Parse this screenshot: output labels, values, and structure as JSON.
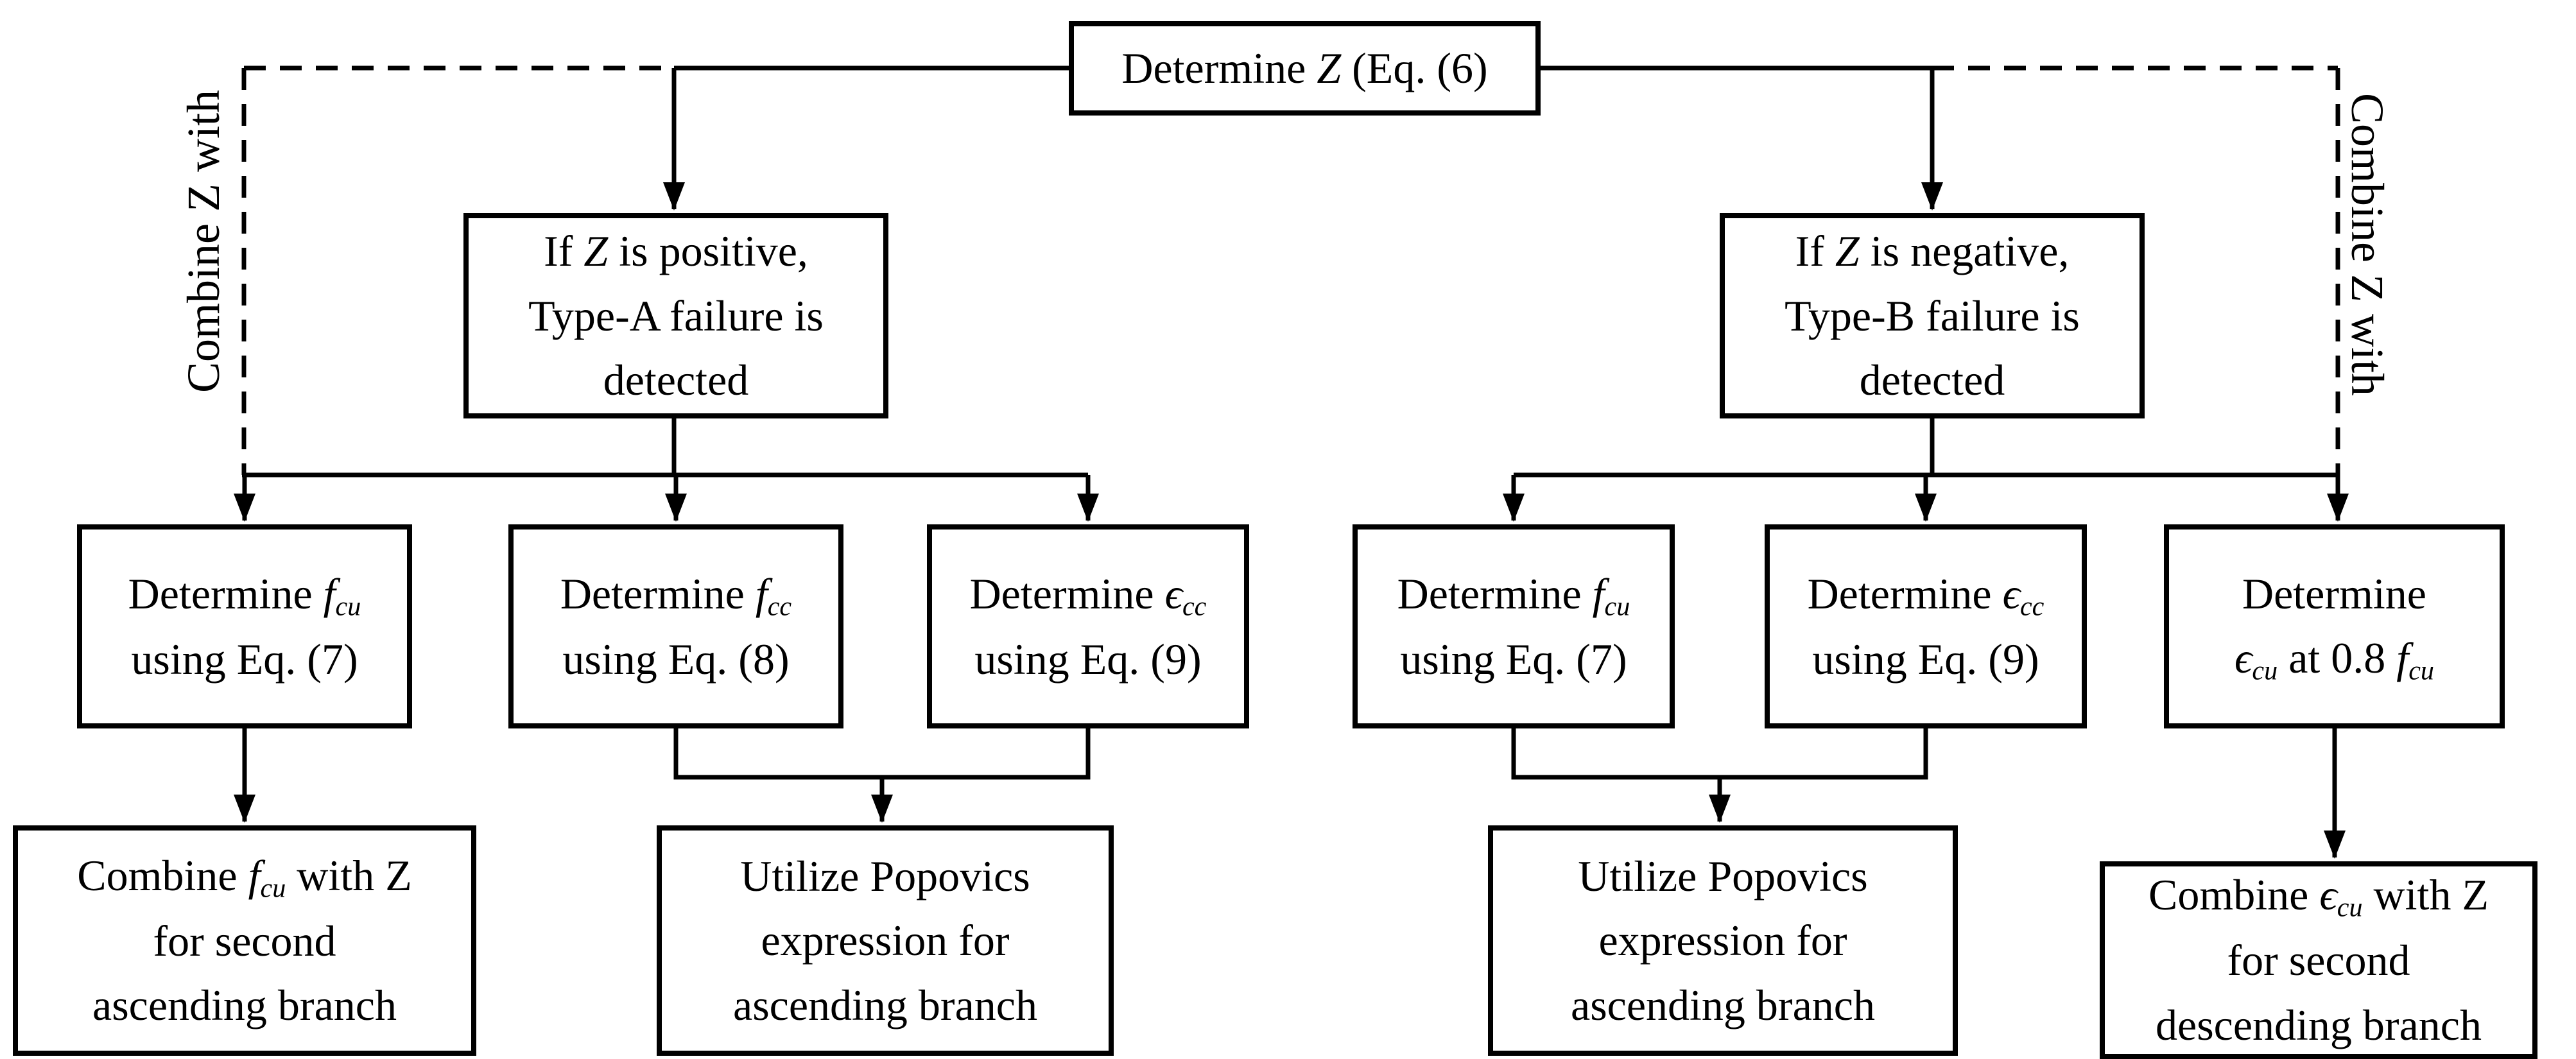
{
  "flowchart": {
    "colors": {
      "line": "#000000",
      "box_border": "#000000",
      "box_bg": "#ffffff",
      "text": "#000000",
      "page_bg": "#ffffff"
    },
    "side_labels": {
      "left": "Combine Z with",
      "right": "Combine Z with"
    },
    "nodes": {
      "determine_z": {
        "rich": [
          {
            "t": "Determine "
          },
          {
            "t": "Z",
            "i": true
          },
          {
            "t": " (Eq. (6)"
          }
        ]
      },
      "type_a": {
        "rich": [
          {
            "t": "If "
          },
          {
            "t": "Z",
            "i": true
          },
          {
            "t": " is positive,"
          },
          {
            "br": true
          },
          {
            "t": "Type-A failure is"
          },
          {
            "br": true
          },
          {
            "t": "detected"
          }
        ]
      },
      "type_b": {
        "rich": [
          {
            "t": "If "
          },
          {
            "t": "Z",
            "i": true
          },
          {
            "t": " is negative,"
          },
          {
            "br": true
          },
          {
            "t": "Type-B failure is"
          },
          {
            "br": true
          },
          {
            "t": "detected"
          }
        ]
      },
      "a_fcu": {
        "rich": [
          {
            "t": "Determine "
          },
          {
            "t": "f",
            "i": true
          },
          {
            "t": "cu",
            "sub": true
          },
          {
            "br": true
          },
          {
            "t": "using Eq. (7)"
          }
        ]
      },
      "a_fcc": {
        "rich": [
          {
            "t": "Determine "
          },
          {
            "t": "f",
            "i": true
          },
          {
            "t": "cc",
            "sub": true
          },
          {
            "br": true
          },
          {
            "t": "using Eq. (8)"
          }
        ]
      },
      "a_ecc": {
        "rich": [
          {
            "t": "Determine "
          },
          {
            "t": "ϵ",
            "i": true
          },
          {
            "t": "cc",
            "sub": true
          },
          {
            "br": true
          },
          {
            "t": "using Eq. (9)"
          }
        ]
      },
      "b_fcu": {
        "rich": [
          {
            "t": "Determine "
          },
          {
            "t": "f",
            "i": true
          },
          {
            "t": "cu",
            "sub": true
          },
          {
            "br": true
          },
          {
            "t": "using Eq. (7)"
          }
        ]
      },
      "b_ecc": {
        "rich": [
          {
            "t": "Determine "
          },
          {
            "t": "ϵ",
            "i": true
          },
          {
            "t": "cc",
            "sub": true
          },
          {
            "br": true
          },
          {
            "t": "using Eq. (9)"
          }
        ]
      },
      "b_ecu": {
        "rich": [
          {
            "t": "Determine"
          },
          {
            "br": true
          },
          {
            "t": "ϵ",
            "i": true
          },
          {
            "t": "cu",
            "sub": true
          },
          {
            "t": " at 0.8 "
          },
          {
            "t": "f",
            "i": true
          },
          {
            "t": "cu",
            "sub": true
          }
        ]
      },
      "combine_fcu": {
        "rich": [
          {
            "t": "Combine "
          },
          {
            "t": "f",
            "i": true
          },
          {
            "t": "cu",
            "sub": true
          },
          {
            "t": " with Z"
          },
          {
            "br": true
          },
          {
            "t": "for second"
          },
          {
            "br": true
          },
          {
            "t": "ascending branch"
          }
        ]
      },
      "popovics_left": {
        "rich": [
          {
            "t": "Utilize Popovics"
          },
          {
            "br": true
          },
          {
            "t": "expression for"
          },
          {
            "br": true
          },
          {
            "t": "ascending branch"
          }
        ]
      },
      "popovics_right": {
        "rich": [
          {
            "t": "Utilize Popovics"
          },
          {
            "br": true
          },
          {
            "t": "expression for"
          },
          {
            "br": true
          },
          {
            "t": "ascending branch"
          }
        ]
      },
      "combine_ecu": {
        "rich": [
          {
            "t": "Combine "
          },
          {
            "t": "ϵ",
            "i": true
          },
          {
            "t": "cu",
            "sub": true
          },
          {
            "t": " with Z"
          },
          {
            "br": true
          },
          {
            "t": "for second"
          },
          {
            "br": true
          },
          {
            "t": "descending branch"
          }
        ]
      }
    }
  }
}
